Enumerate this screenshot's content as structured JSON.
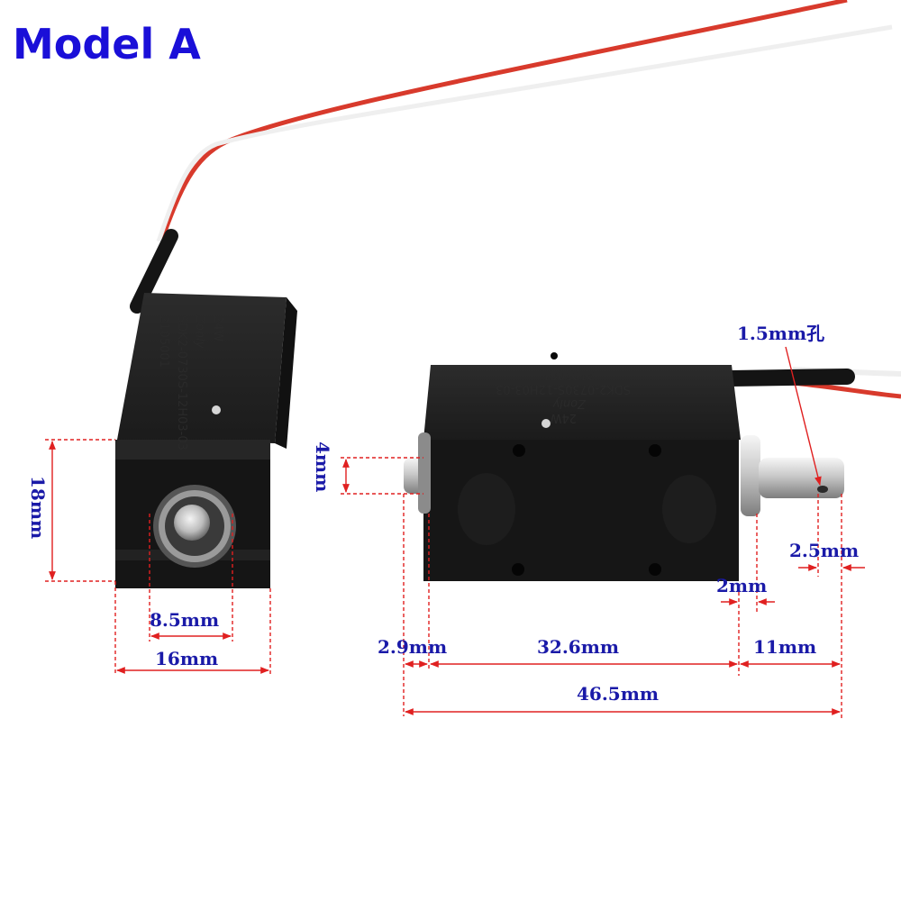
{
  "title": "Model A",
  "product": {
    "print_power": "24W",
    "print_brand": "Zonly",
    "print_model": "SDK2-0730S-12H03-03",
    "print_lot": "2105001"
  },
  "dimensions": {
    "height": "18mm",
    "plunger_diameter": "8.5mm",
    "width": "16mm",
    "shaft_diameter": "4mm",
    "hole": "1.5mm孔",
    "hole_offset": "2.5mm",
    "collar": "2mm",
    "rear_stub": "2.9mm",
    "body_length": "32.6mm",
    "shaft_length": "11mm",
    "total_length": "46.5mm"
  },
  "colors": {
    "title": "#1a0fd8",
    "dimension_text": "#1a1aa8",
    "dimension_line": "#e02020",
    "body": "#1e1e1e",
    "wire_red": "#d83a2c",
    "wire_white": "#f2f2f2"
  }
}
